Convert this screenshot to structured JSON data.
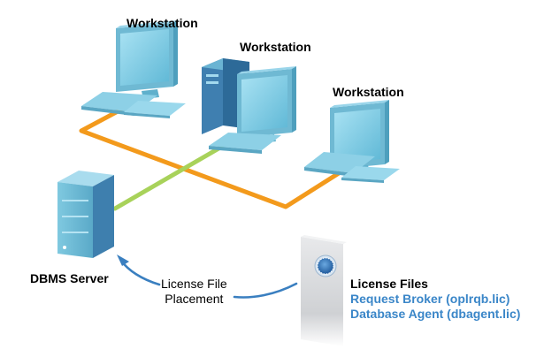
{
  "labels": {
    "workstation_1": "Workstation",
    "workstation_2": "Workstation",
    "workstation_3": "Workstation",
    "server": "DBMS Server"
  },
  "placement_note": {
    "line1": "License File",
    "line2": "Placement"
  },
  "license_files": {
    "title": "License Files",
    "items": [
      "Request Broker (oplrqb.lic)",
      "Database Agent (dbagent.lic)"
    ]
  },
  "colors": {
    "orange_link": "#f39a1c",
    "green_link": "#a8d25a",
    "device_blue": "#7fc4dc",
    "arrow_blue": "#3a7fc0",
    "file_text": "#3a86c8"
  }
}
